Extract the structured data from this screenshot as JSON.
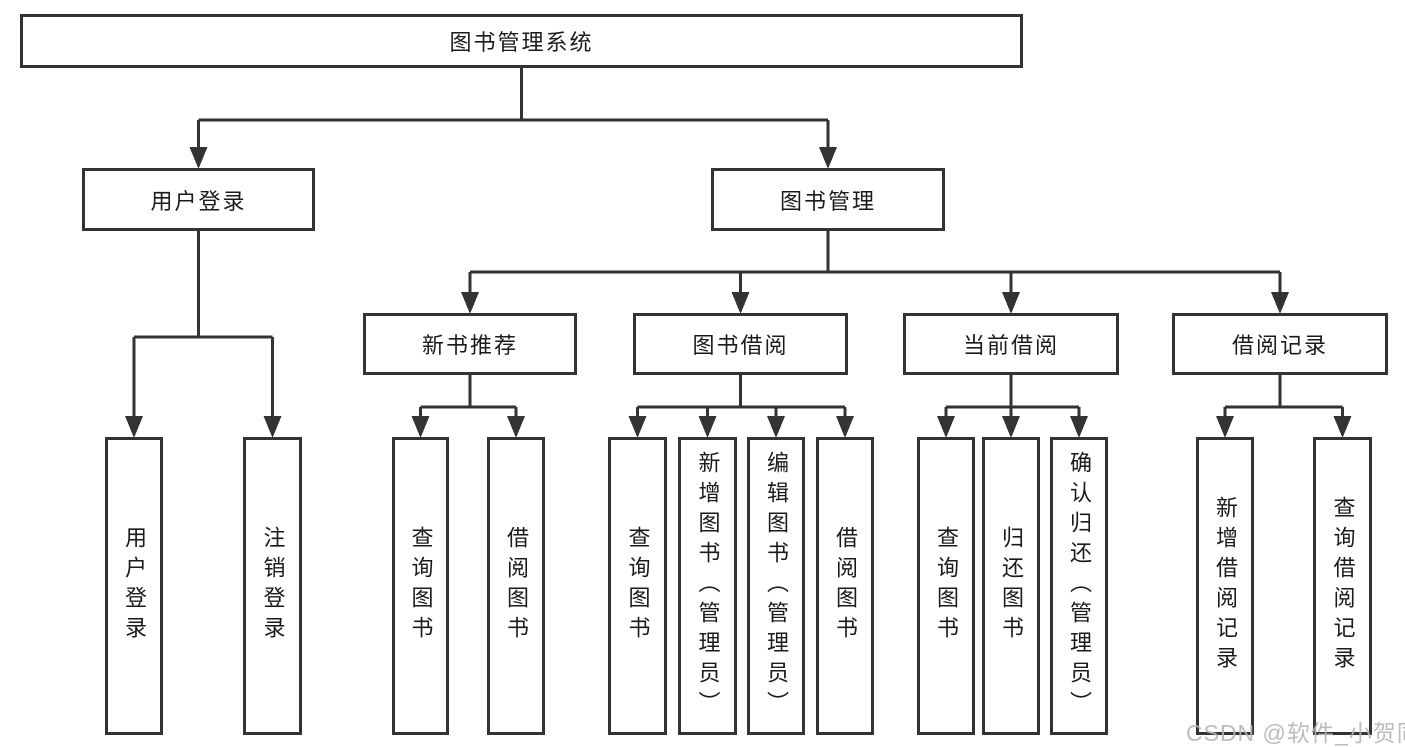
{
  "tree": {
    "root": "图书管理系统",
    "children": [
      {
        "label": "用户登录",
        "children": [
          "用户登录",
          "注销登录"
        ]
      },
      {
        "label": "图书管理",
        "children": [
          {
            "label": "新书推荐",
            "children": [
              "查询图书",
              "借阅图书"
            ]
          },
          {
            "label": "图书借阅",
            "children": [
              "查询图书",
              "新增图书（管理员）",
              "编辑图书（管理员）",
              "借阅图书"
            ]
          },
          {
            "label": "当前借阅",
            "children": [
              "查询图书",
              "归还图书",
              "确认归还（管理员）"
            ]
          },
          {
            "label": "借阅记录",
            "children": [
              "新增借阅记录",
              "查询借阅记录"
            ]
          }
        ]
      }
    ]
  },
  "watermark": "CSDN @软件_小贺同学",
  "colors": {
    "line": "#333333",
    "box_border": "#333333",
    "text": "#1b1b1b",
    "watermark": "#b5b5b5",
    "background": "#ffffff"
  }
}
